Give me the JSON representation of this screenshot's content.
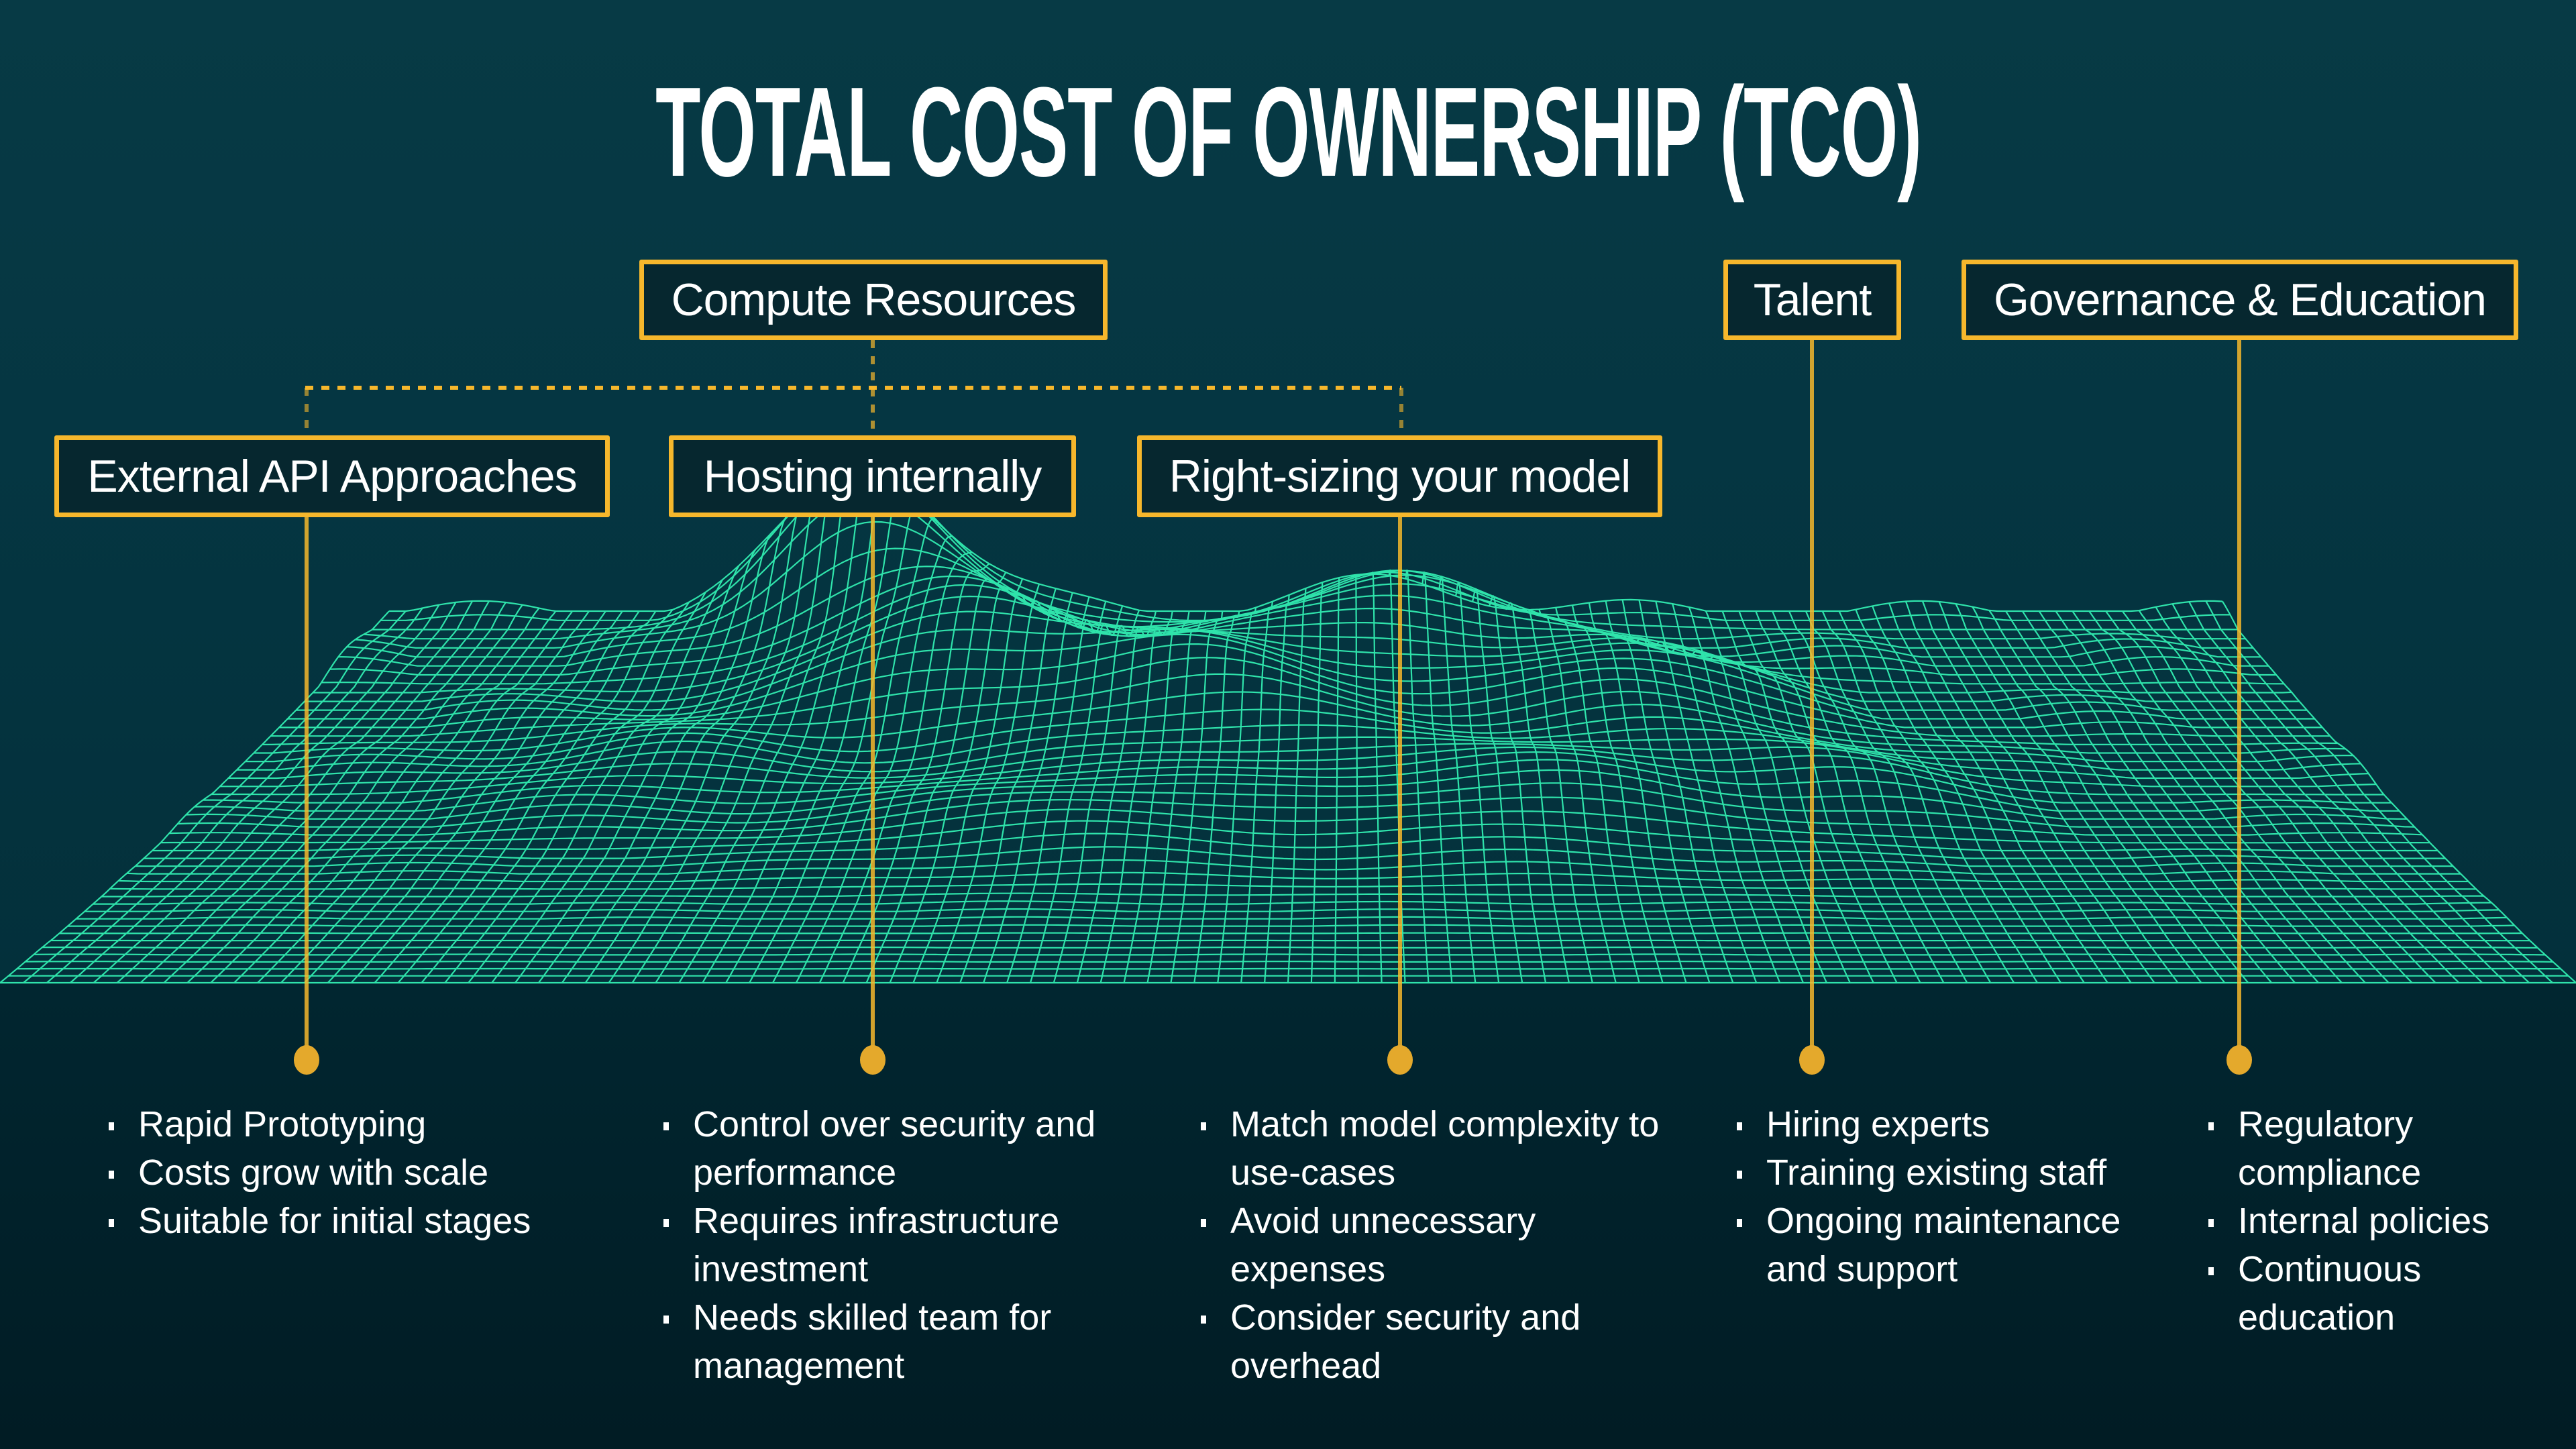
{
  "title": "TOTAL COST OF OWNERSHIP (TCO)",
  "categories": {
    "compute": "Compute Resources",
    "talent": "Talent",
    "governance": "Governance & Education",
    "external_api": "External API Approaches",
    "hosting": "Hosting internally",
    "right_sizing": "Right-sizing your model"
  },
  "columns": [
    {
      "items": [
        "Rapid Prototyping",
        "Costs grow with scale",
        "Suitable for initial stages"
      ]
    },
    {
      "items": [
        "Control over security and performance",
        "Requires infrastructure investment",
        "Needs skilled team for management"
      ]
    },
    {
      "items": [
        "Match model complexity to use-cases",
        "Avoid unnecessary expenses",
        "Consider security and overhead"
      ]
    },
    {
      "items": [
        "Hiring experts",
        "Training existing staff",
        "Ongoing maintenance and support"
      ]
    },
    {
      "items": [
        "Regulatory compliance",
        "Internal policies",
        "Continuous education"
      ]
    }
  ],
  "colors": {
    "accent": "#f6b72c",
    "mesh": "#2fe3ab",
    "background": "#053642"
  }
}
